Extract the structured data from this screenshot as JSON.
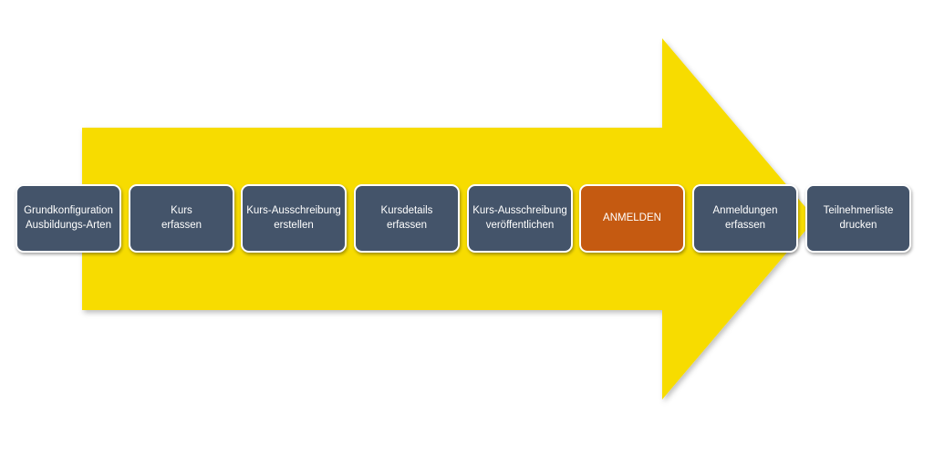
{
  "diagram": {
    "colors": {
      "arrow": "#F7DC00",
      "step": "#44546A",
      "highlight": "#C55A11",
      "text": "#FFFFFF"
    },
    "steps": [
      {
        "label": "Grundkonfiguration\nAusbildungs-Arten",
        "highlight": false
      },
      {
        "label": "Kurs\nerfassen",
        "highlight": false
      },
      {
        "label": "Kurs-Ausschreibung\nerstellen",
        "highlight": false
      },
      {
        "label": "Kursdetails\nerfassen",
        "highlight": false
      },
      {
        "label": "Kurs-Ausschreibung\nveröffentlichen",
        "highlight": false
      },
      {
        "label": "ANMELDEN",
        "highlight": true
      },
      {
        "label": "Anmeldungen\nerfassen",
        "highlight": false
      },
      {
        "label": "Teilnehmerliste\ndrucken",
        "highlight": false
      }
    ]
  }
}
